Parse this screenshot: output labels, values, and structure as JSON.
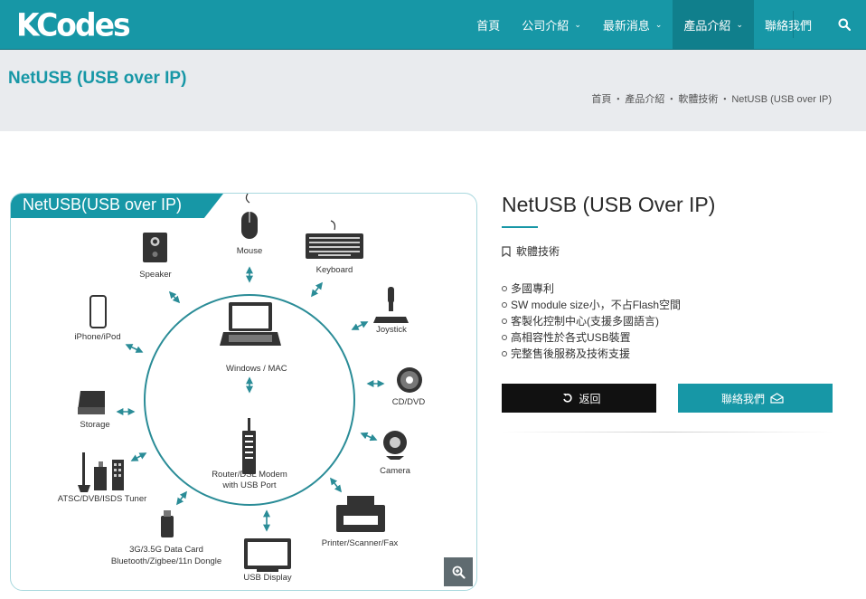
{
  "header": {
    "logo": "KCodes",
    "nav": [
      {
        "label": "首頁",
        "dropdown": false,
        "active": false
      },
      {
        "label": "公司介紹",
        "dropdown": true,
        "active": false
      },
      {
        "label": "最新消息",
        "dropdown": true,
        "active": false
      },
      {
        "label": "產品介紹",
        "dropdown": true,
        "active": true
      },
      {
        "label": "聯絡我們",
        "dropdown": false,
        "active": false
      }
    ],
    "search_icon": "search-icon"
  },
  "titlebar": {
    "title": "NetUSB (USB over IP)",
    "breadcrumb": [
      "首頁",
      "產品介紹",
      "軟體技術",
      "NetUSB (USB over IP)"
    ],
    "breadcrumb_sep": "・"
  },
  "diagram": {
    "tag": "NetUSB(USB over IP)",
    "center_top": "Windows / MAC",
    "center_bottom_1": "Router/DSL Modem",
    "center_bottom_2": "with USB Port",
    "devices": {
      "mouse": "Mouse",
      "keyboard": "Keyboard",
      "speaker": "Speaker",
      "joystick": "Joystick",
      "iphone": "iPhone/iPod",
      "cddvd": "CD/DVD",
      "storage": "Storage",
      "camera": "Camera",
      "tuner": "ATSC/DVB/ISDS Tuner",
      "printer": "Printer/Scanner/Fax",
      "datacard_1": "3G/3.5G Data Card",
      "datacard_2": "Bluetooth/Zigbee/11n Dongle",
      "display": "USB Display"
    }
  },
  "product": {
    "title": "NetUSB (USB Over IP)",
    "category": "軟體技術",
    "features": [
      "多國專利",
      "SW module size小，不占Flash空間",
      "客製化控制中心(支援多國語言)",
      "高相容性於各式USB裝置",
      "完整售後服務及技術支援"
    ],
    "back_label": "返回",
    "contact_label": "聯絡我們"
  },
  "colors": {
    "brand": "#1797a6",
    "dark_button": "#111111"
  }
}
